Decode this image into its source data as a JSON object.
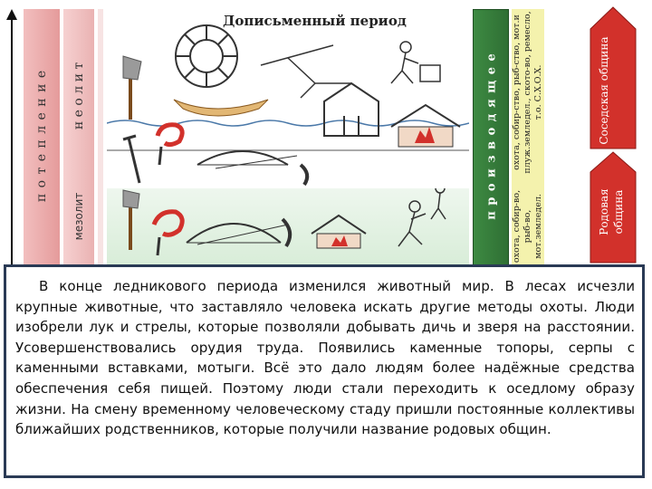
{
  "header": {
    "title": "Дописьменный период"
  },
  "columns": {
    "warming": "п о т е п л е н и е",
    "neolith": "н е о л и т",
    "mesolith": "мезолит",
    "producing": "п р о и з в о д я щ е е",
    "neighbor_activities": "охота, собир-ство, рыб-ство, мот.и плуж.земледел., ското-во, ремесло, т.о. С.Х.О.Х.",
    "tribal_activities": "охота, собир-во, рыб-во, мот.земледел.",
    "neighbor_community": "Соседская община",
    "tribal_community": "Родовая община"
  },
  "text": {
    "paragraph": "В конце ледникового периода изменился животный мир. В лесах исчезли крупные животные, что заставляло человека искать другие методы охоты. Люди изобрели лук и стрелы, которые позволяли добывать дичь и зверя на расстоянии. Усовершенствовались орудия труда. Появились каменные топоры, серпы с каменными вставками, мотыги. Всё это дало людям более надёжные средства обеспечения себя пищей. Поэтому люди стали переходить к оседлому образу жизни. На смену временному человеческому стаду пришли постоянные коллективы ближайших родственников, которые получили название родовых общин."
  },
  "colors": {
    "red_column": "#e59b9b",
    "green_column": "#2f6f34",
    "yellow_column": "#f4f2ad",
    "red_arrow": "#d2312b",
    "border": "#2a3a55"
  }
}
